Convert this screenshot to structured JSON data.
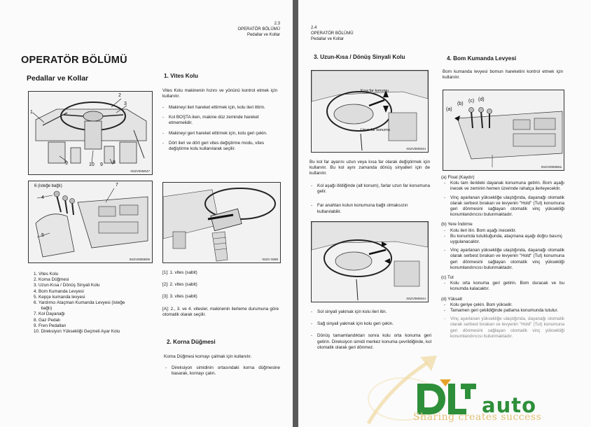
{
  "left": {
    "header": {
      "num": "2.3",
      "l1": "OPERATÖR BÖLÜMÜ",
      "l2": "Pedallar ve Kollar"
    },
    "main_title": "OPERATÖR BÖLÜMÜ",
    "sub_title": "Pedallar ve Kollar",
    "fig1": {
      "callouts": [
        "1",
        "2",
        "3",
        "9",
        "10",
        "9",
        "8"
      ],
      "code": "0SZV00M047"
    },
    "fig2": {
      "callouts": [
        "6 (isteğe bağlı)",
        "7",
        "4",
        "5"
      ],
      "code": "0SZV0080B05"
    },
    "fig3": {
      "code": "0SZV 0089"
    },
    "legend": [
      "1.  Vites Kolu",
      "2.  Korna Düğmesi",
      "3.  Uzun-Kısa / Dönüş Sinyali Kolu",
      "4.  Bom Kumanda Levyesi",
      "5.  Kepçe kumanda levyesi",
      "6.  Yardımcı Ataçman Kumanda Levyesi (isteğe",
      "      bağlı)",
      "7.  Kol Dayanağı",
      "8.  Gaz Pedalı",
      "9.  Fren Pedalları",
      "10. Direksiyon Yüksekliği Geçmeli Ayar Kolu"
    ],
    "s1": {
      "title": "1. Vites Kolu",
      "intro": "Vites Kolu makinenin hızını ve yönünü kontrol etmek için kullanılır.",
      "bullets": [
        "Makineyi ileri hareket ettirmek için, kolu ileri ittirin.",
        "Kol BOŞTA iken, makine düz zeminde hareket etmemelidir.",
        "Makineyi geri hareket ettirmek için, kolu geri çekin.",
        "Dört ileri ve dört geri vites değiştirme modu, vites değiştirme kolu kullanılarak seçilir."
      ],
      "gears": [
        "[1]: 1. vites (sabit)",
        "[2]: 2. vites (sabit)",
        "[3]: 3. vites (sabit)"
      ],
      "auto": "[A]: 2., 3. ve 4. vitesler, makinenin ilerleme durumuna göre otomatik olarak seçilir."
    },
    "s2": {
      "title": "2. Korna Düğmesi",
      "intro": "Korna Düğmesi kornayı çalmak için kullanılır.",
      "bullets": [
        "Direksiyon simidinin ortasındaki korna düğmesine basarak, kornayı çalın."
      ]
    }
  },
  "right": {
    "header": {
      "num": "2.4",
      "l1": "OPERATÖR BÖLÜMÜ",
      "l2": "Pedallar ve Kollar"
    },
    "s3": {
      "title": "3. Uzun-Kısa / Dönüş Sinyali Kolu",
      "fig_labels": [
        "Kısa far konumu",
        "Uzun far konumu"
      ],
      "fig_code": "0SZV0M0044",
      "intro": "Bu kol far ayarını uzun veya kısa far olarak değiştirmek için kullanılır. Bu kol aynı zamanda dönüş sinyalleri için de kullanılır.",
      "bullets": [
        "Kol aşağı itildiğinde (alt konum), farlar uzun far konumuna gelir.",
        "Far anahtarı kolun konumuna bağlı olmaksızın kullanılabilir."
      ],
      "fig2_code": "0SZV0M0044",
      "bullets2": [
        "Sol sinyali yakmak için kolu ileri itin.",
        "Sağ sinyali yakmak için kolu geri çekin.",
        "Dönüş tamamlandıktan sonra kolu orta konuma geri getirin. Direksiyon simidi merkez konuma çevrildiğinde, kol otomatik olarak geri dönmez."
      ]
    },
    "s4": {
      "title": "4. Bom Kumanda Levyesi",
      "intro": "Bom kumanda levyesi bomun hareketini kontrol etmek için kullanılır.",
      "fig_callouts": [
        "(a)",
        "(b)",
        "(c)",
        "(d)"
      ],
      "fig_code": "0SZV0080B0a",
      "a_title": "(a)   Float (Kaydır)",
      "a_b1": "Kolu tam ilerideki dayanak konumuna getirin. Bom aşağı inecek ve zeminin hemen üzerinde rahatça ilerleyecektir.",
      "a_b2": "Vinç ayarlanan yüksekliğe ulaştığında, dayanağı otomatik olarak serbest bırakan ve levyenin \"Hold\" (Tut) konumuna geri dönmesini sağlayan otomatik vinç yüksekliği konumlandırıcısı bulunmaktadır.",
      "b_title": "(b)   Yere İndirme",
      "b_b1": "Kolu ileri itin. Bom aşağı inecektir.",
      "b_b1b": "Bu konumda tutulduğunda, ataçmana aşağı doğru basınç uygulanacaktır.",
      "b_b2": "Vinç ayarlanan yüksekliğe ulaştığında, dayanağı otomatik olarak serbest bırakan ve levyenin \"Hold\" (Tut) konumuna geri dönmesini sağlayan otomatik vinç yüksekliği konumlandırıcısı bulunmaktadır.",
      "c_title": "(c)   Tut",
      "c_b1": "Kolu orta konuma geri getirin. Bom duracak ve bu konumda kalacaktır.",
      "d_title": "(d)   Yükselt",
      "d_b1": "Kolu geriye çekin. Bom yükselir.",
      "d_b1b": "Tamamen geri çekildiğinde patlama konumunda tutulur.",
      "d_b2": "Vinç ayarlanan yüksekliğe ulaştığında, dayanağı otomatik olarak serbest bırakan ve levyenin \"Hold\" (Tut) konumuna geri dönmesini sağlayan otomatik vinç yüksekliği konumlandırıcısı bulunmaktadır."
    },
    "watermark": {
      "brand": "auto",
      "tagline": "Sharing creates success"
    }
  }
}
